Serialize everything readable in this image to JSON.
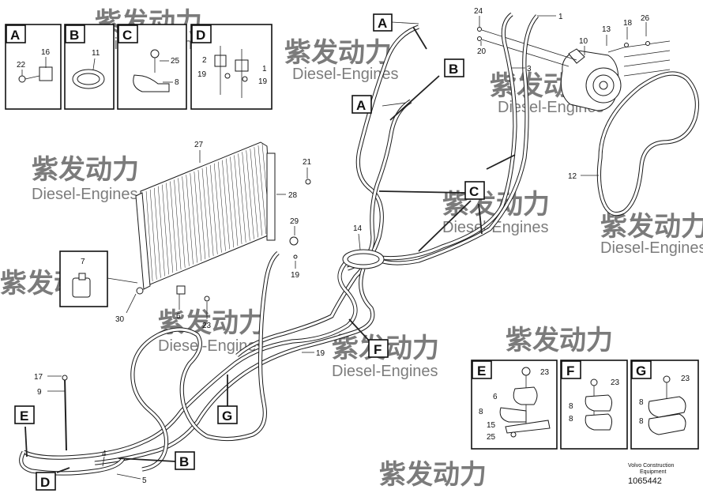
{
  "watermark": {
    "brand": "紫发动力",
    "sub": "Diesel-Engines"
  },
  "detail_boxes": {
    "A": {
      "letter": "A",
      "labels": [
        "22",
        "16"
      ]
    },
    "B": {
      "letter": "B",
      "labels": [
        "11"
      ]
    },
    "C": {
      "letter": "C",
      "labels": [
        "25",
        "8"
      ]
    },
    "D": {
      "letter": "D",
      "labels": [
        "2",
        "1",
        "19",
        "19"
      ]
    },
    "E": {
      "letter": "E",
      "labels": [
        "23",
        "6",
        "8",
        "15",
        "25"
      ]
    },
    "F": {
      "letter": "F",
      "labels": [
        "23",
        "8",
        "8"
      ]
    },
    "G": {
      "letter": "G",
      "labels": [
        "23",
        "8",
        "8"
      ]
    }
  },
  "callouts": {
    "A_top": "A",
    "A_mid": "A",
    "B_top": "B",
    "C_main": "C",
    "F_main": "F",
    "G_main": "G",
    "E_main": "E",
    "D_main": "D",
    "B_bottom": "B"
  },
  "part_numbers": {
    "p24": "24",
    "p20": "20",
    "p1": "1",
    "p3": "3",
    "p10": "10",
    "p13": "13",
    "p18": "18",
    "p26": "26",
    "p12": "12",
    "p27": "27",
    "p21": "21",
    "p28": "28",
    "p29": "29",
    "p19a": "19",
    "p7": "7",
    "p30": "30",
    "p6": "6",
    "p23": "23",
    "p14": "14",
    "p19b": "19",
    "p17": "17",
    "p9": "9",
    "p4": "4",
    "p5": "5"
  },
  "footer": {
    "line1": "Volvo Construction",
    "line2": "Equipment",
    "doc_number": "1065442"
  }
}
